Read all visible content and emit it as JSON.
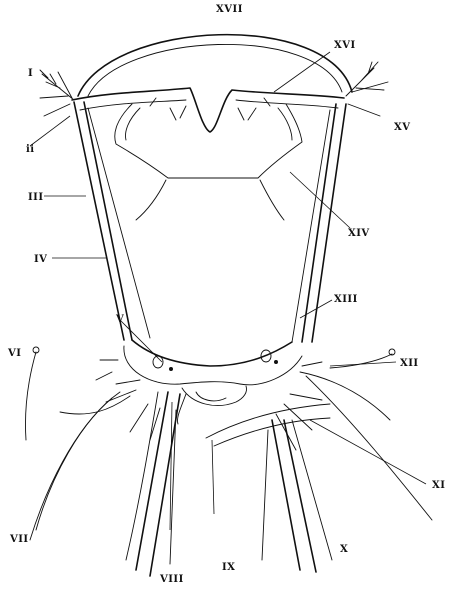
{
  "labels": {
    "i": "I",
    "ii": "ii",
    "iii": "III",
    "iv": "IV",
    "v": "V",
    "vi": "VI",
    "vii": "VII",
    "viii": "VIII",
    "ix": "IX",
    "x": "X",
    "xi": "XI",
    "xii": "XII",
    "xiii": "XIII",
    "xiv": "XIV",
    "xv": "XV",
    "xvi": "XVI",
    "xvii": "XVII"
  }
}
